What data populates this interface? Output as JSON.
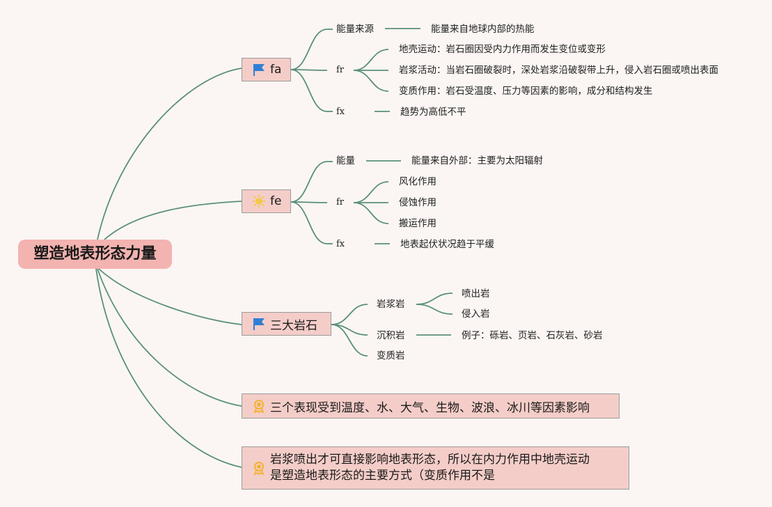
{
  "root": {
    "label": "塑造地表形态力量"
  },
  "topics": [
    {
      "label": "fa",
      "icon": "flag-icon",
      "children": [
        {
          "label": "能量来源",
          "leaf": "能量来自地球内部的热能"
        },
        {
          "label": "fr",
          "sub": [
            "地壳运动：岩石圈因受内力作用而发生变位或变形",
            "岩浆活动：当岩石圈破裂时，深处岩浆沿破裂带上升，侵入岩石圈或喷出表面",
            "变质作用：岩石受温度、压力等因素的影响，成分和结构发生"
          ]
        },
        {
          "label": "fx",
          "leaf": "趋势为高低不平"
        }
      ]
    },
    {
      "label": "fe",
      "icon": "sun-icon",
      "children": [
        {
          "label": "能量",
          "leaf": "能量来自外部：主要为太阳辐射"
        },
        {
          "label": "fr",
          "sub": [
            "风化作用",
            "侵蚀作用",
            "搬运作用"
          ]
        },
        {
          "label": "fx",
          "leaf": "地表起伏状况趋于平缓"
        }
      ]
    },
    {
      "label": "三大岩石",
      "icon": "flag-icon",
      "children": [
        {
          "label": "岩浆岩",
          "sub": [
            "喷出岩",
            "侵入岩"
          ]
        },
        {
          "label": "沉积岩",
          "leaf": "例子：砾岩、页岩、石灰岩、砂岩"
        },
        {
          "label": "变质岩"
        }
      ]
    },
    {
      "label": "三个表现受到温度、水、大气、生物、波浪、冰川等因素影响",
      "icon": "award-icon"
    },
    {
      "label": "岩浆喷出才可直接影响地表形态，所以在内力作用中地壳运动是塑造地表形态的主要方式（变质作用不是",
      "line1": "岩浆喷出才可直接影响地表形态，所以在内力作用中地壳运动",
      "line2": "是塑造地表形态的主要方式（变质作用不是",
      "icon": "award-icon"
    }
  ],
  "colors": {
    "line": "#5a8f7b",
    "root_fill": "#f3b3b0",
    "topic_fill": "#f4cdc8",
    "flag": "#2f7fd6",
    "award": "#f2b233"
  }
}
